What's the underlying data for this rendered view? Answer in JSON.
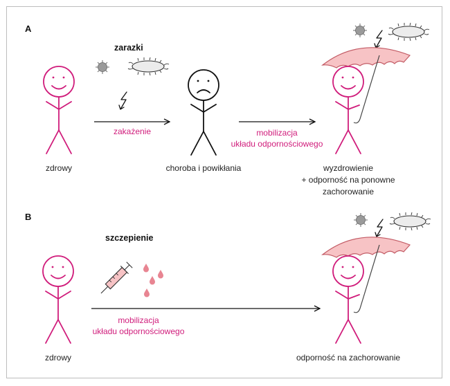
{
  "panel_a": {
    "letter": "A",
    "germs_label": "zarazki",
    "arrow1_label": "zakażenie",
    "arrow2_label_line1": "mobilizacja",
    "arrow2_label_line2": "układu odpornościowego",
    "person1_caption": "zdrowy",
    "person2_caption": "choroba i powikłania",
    "person3_caption_line1": "wyzdrowienie",
    "person3_caption_line2": "+ odporność na ponowne",
    "person3_caption_line3": "zachorowanie"
  },
  "panel_b": {
    "letter": "B",
    "vaccine_label": "szczepienie",
    "arrow_label_line1": "mobilizacja",
    "arrow_label_line2": "układu odpornościowego",
    "person1_caption": "zdrowy",
    "person2_caption": "odporność na zachorowanie"
  },
  "colors": {
    "accent": "#d01c7b",
    "umbrella_fill": "#f7c3c5",
    "umbrella_stroke": "#c25a64",
    "germ_gray": "#9a9a9a",
    "text": "#222222"
  }
}
